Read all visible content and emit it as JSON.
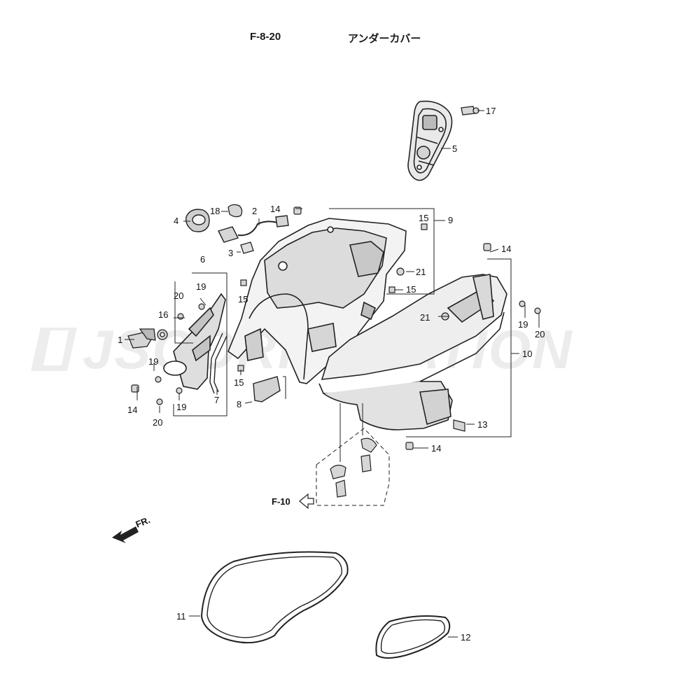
{
  "header": {
    "code": "F-8-20",
    "title": "アンダーカバー"
  },
  "watermark": "JSCORPORATION",
  "reference": {
    "label": "F-10"
  },
  "direction": {
    "label": "FR."
  },
  "callouts": {
    "c1": "1",
    "c2": "2",
    "c3": "3",
    "c4": "4",
    "c5": "5",
    "c6": "6",
    "c7": "7",
    "c8": "8",
    "c9": "9",
    "c10": "10",
    "c11": "11",
    "c12": "12",
    "c13": "13",
    "c14a": "14",
    "c14b": "14",
    "c14c": "14",
    "c14d": "14",
    "c15a": "15",
    "c15b": "15",
    "c15c": "15",
    "c15d": "15",
    "c16": "16",
    "c17": "17",
    "c18": "18",
    "c19a": "19",
    "c19b": "19",
    "c19c": "19",
    "c19d": "19",
    "c20a": "20",
    "c20b": "20",
    "c20c": "20",
    "c21a": "21",
    "c21b": "21"
  }
}
